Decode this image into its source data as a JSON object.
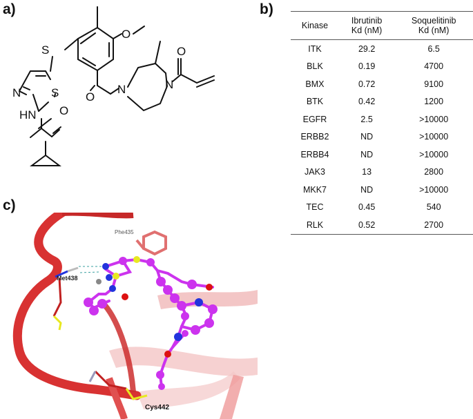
{
  "panel_a": {
    "label": "a)",
    "atoms": {
      "S_thioether": "S",
      "O_methoxy": "O",
      "N_thiazole": "N",
      "S_thiazole": "S",
      "HN": "HN",
      "O_amide1": "O",
      "O_carbonyl": "O",
      "N_diazepane1": "N",
      "N_diazepane2": "N",
      "O_acryl": "O"
    }
  },
  "panel_b": {
    "label": "b)",
    "columns": [
      "Kinase",
      "Ibrutinib",
      "Kd (nM)",
      "Soquelitinib",
      "Kd (nM)"
    ],
    "rows": [
      {
        "kinase": "ITK",
        "ibrutinib": "29.2",
        "soquelitinib": "6.5"
      },
      {
        "kinase": "BLK",
        "ibrutinib": "0.19",
        "soquelitinib": "4700"
      },
      {
        "kinase": "BMX",
        "ibrutinib": "0.72",
        "soquelitinib": "9100"
      },
      {
        "kinase": "BTK",
        "ibrutinib": "0.42",
        "soquelitinib": "1200"
      },
      {
        "kinase": "EGFR",
        "ibrutinib": "2.5",
        "soquelitinib": ">10000"
      },
      {
        "kinase": "ERBB2",
        "ibrutinib": "ND",
        "soquelitinib": ">10000"
      },
      {
        "kinase": "ERBB4",
        "ibrutinib": "ND",
        "soquelitinib": ">10000"
      },
      {
        "kinase": "JAK3",
        "ibrutinib": "13",
        "soquelitinib": "2800"
      },
      {
        "kinase": "MKK7",
        "ibrutinib": "ND",
        "soquelitinib": ">10000"
      },
      {
        "kinase": "TEC",
        "ibrutinib": "0.45",
        "soquelitinib": "540"
      },
      {
        "kinase": "RLK",
        "ibrutinib": "0.52",
        "soquelitinib": "2700"
      }
    ]
  },
  "panel_c": {
    "label": "c)",
    "residues": {
      "phe": "Phe435",
      "met": "Met438",
      "cys": "Cys442"
    },
    "colors": {
      "ribbon": "#e03a3a",
      "ligand": "#cc33ee",
      "nitrogen": "#2233dd",
      "oxygen": "#dd1111",
      "sulfur": "#e8e820",
      "residue_phe": "#e07070"
    }
  }
}
